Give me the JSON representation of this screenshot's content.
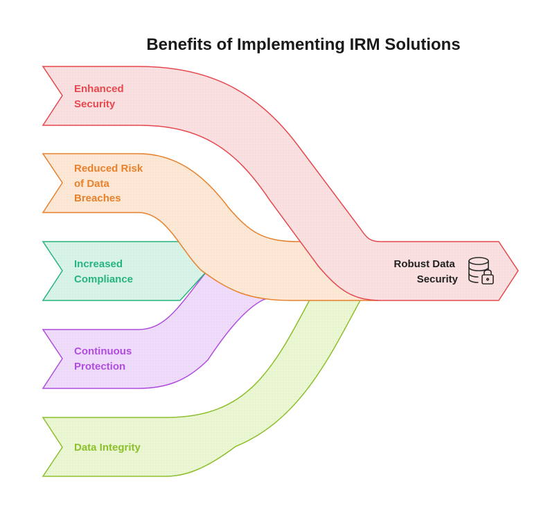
{
  "title": "Benefits of Implementing IRM Solutions",
  "inputs": [
    {
      "lines": [
        "Enhanced",
        "Security"
      ],
      "color": "#e5484d",
      "fill": "#fbe0e1"
    },
    {
      "lines": [
        "Reduced Risk",
        "of Data",
        "Breaches"
      ],
      "color": "#e8812c",
      "fill": "#fde8d6"
    },
    {
      "lines": [
        "Increased",
        "Compliance"
      ],
      "color": "#27b47e",
      "fill": "#d8f4e8"
    },
    {
      "lines": [
        "Continuous",
        "Protection"
      ],
      "color": "#b04ce0",
      "fill": "#efdcfb"
    },
    {
      "lines": [
        "Data Integrity"
      ],
      "color": "#8cbf2a",
      "fill": "#ebf7d2"
    }
  ],
  "output": {
    "lines": [
      "Robust Data",
      "Security"
    ],
    "icon": "database-lock-icon",
    "color": "#e5484d",
    "fill": "#fbe0e1"
  }
}
